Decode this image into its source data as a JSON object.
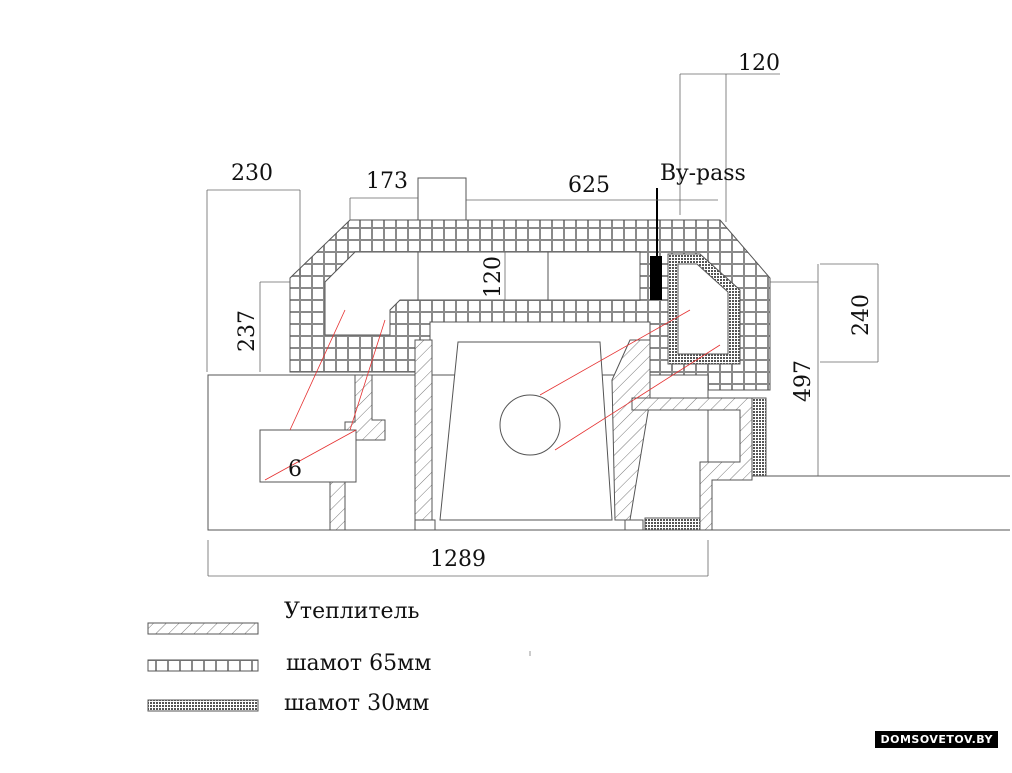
{
  "dimensions": {
    "top_120": "120",
    "by_pass": "By-pass",
    "left_230": "230",
    "top_173": "173",
    "top_625": "625",
    "inner_120": "120",
    "right_240": "240",
    "left_237": "237",
    "right_497": "497",
    "bottom_1289": "1289",
    "label_6": "6"
  },
  "legend": [
    {
      "label": "Утеплитель",
      "pattern": "hatch"
    },
    {
      "label": "шамот 65мм",
      "pattern": "brick"
    },
    {
      "label": "шамот 30мм",
      "pattern": "fine"
    }
  ],
  "watermark": "DOMSOVETOV.BY",
  "colors": {
    "line": "#555555",
    "brick": "#888888",
    "accent": "#e53030",
    "bypass": "#000000"
  }
}
